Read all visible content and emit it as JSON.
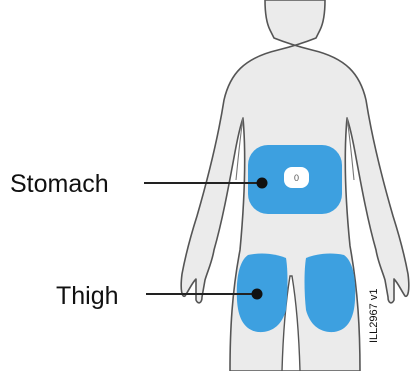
{
  "labels": {
    "stomach": "Stomach",
    "thigh": "Thigh"
  },
  "navel_mark": "0",
  "figure_code": "ILL2967 v1",
  "colors": {
    "body_fill": "#ebebeb",
    "body_outline": "#555555",
    "zone_fill": "#3da0e0",
    "navel_fill": "#ffffff",
    "leader_line": "#222222",
    "leader_dot": "#111111"
  },
  "icons": {
    "body": "human-body-front-silhouette",
    "zone": "injection-site-zone",
    "dot": "site-marker-dot"
  }
}
